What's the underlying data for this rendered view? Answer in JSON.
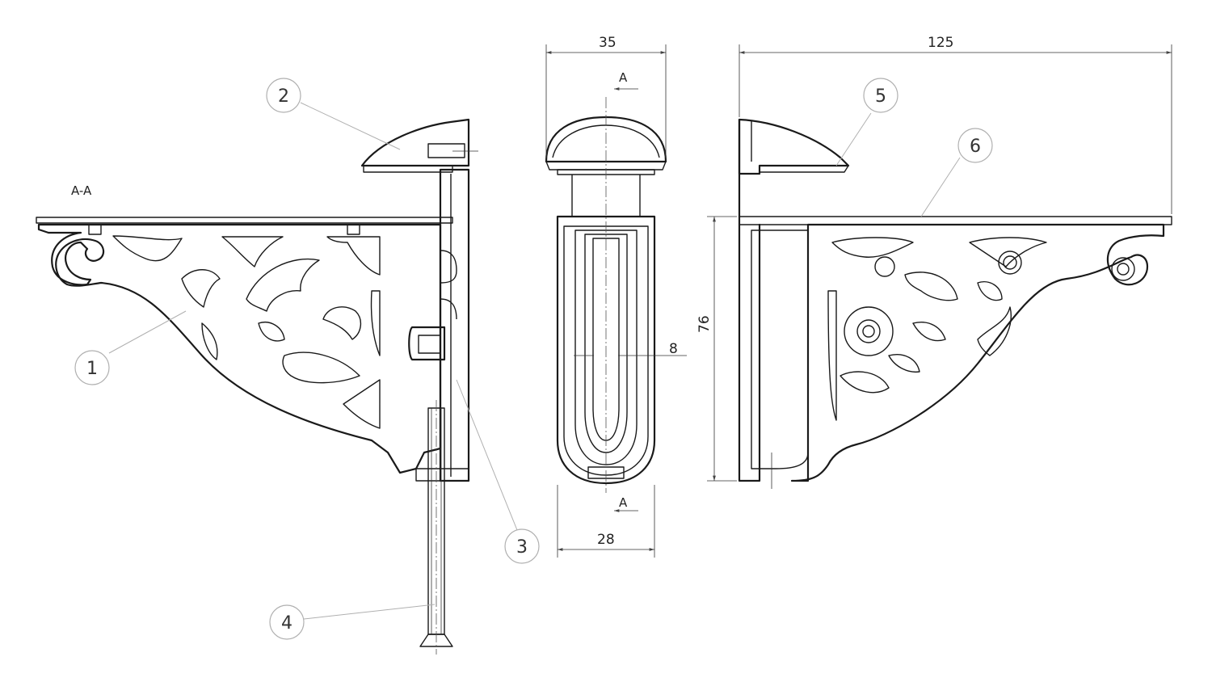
{
  "section_label": "A-A",
  "section_marks": {
    "top": "A",
    "bottom": "A"
  },
  "dimensions": {
    "top_width": "35",
    "bottom_width": "28",
    "slot": "8",
    "overall_length": "125",
    "height": "76"
  },
  "part_callouts": [
    "1",
    "2",
    "3",
    "4",
    "5",
    "6"
  ],
  "colors": {
    "line": "#1a1a1a",
    "leader": "#b0b0b0",
    "hatch": "#444444",
    "background": "#ffffff"
  }
}
